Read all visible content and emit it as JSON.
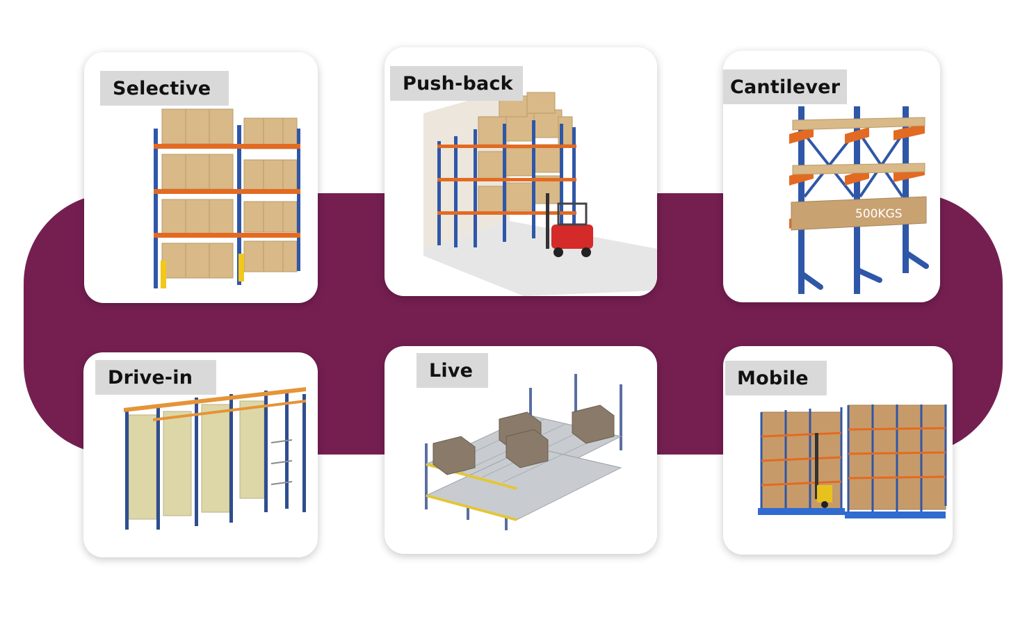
{
  "colors": {
    "band": "#751f51",
    "card": "#ffffff",
    "label_bg": "#d9d9d9",
    "upright": "#2f57a8",
    "beam": "#e36a22",
    "box": "#d8b987"
  },
  "cards": [
    {
      "label": "Selective",
      "icon": "selective-pallet-rack-illustration"
    },
    {
      "label": "Push-back",
      "icon": "push-back-rack-illustration"
    },
    {
      "label": "Cantilever",
      "icon": "cantilever-rack-illustration",
      "load_text": "500KGS"
    },
    {
      "label": "Drive-in",
      "icon": "drive-in-rack-illustration"
    },
    {
      "label": "Live",
      "icon": "live-flow-rack-illustration"
    },
    {
      "label": "Mobile",
      "icon": "mobile-rack-illustration"
    }
  ]
}
